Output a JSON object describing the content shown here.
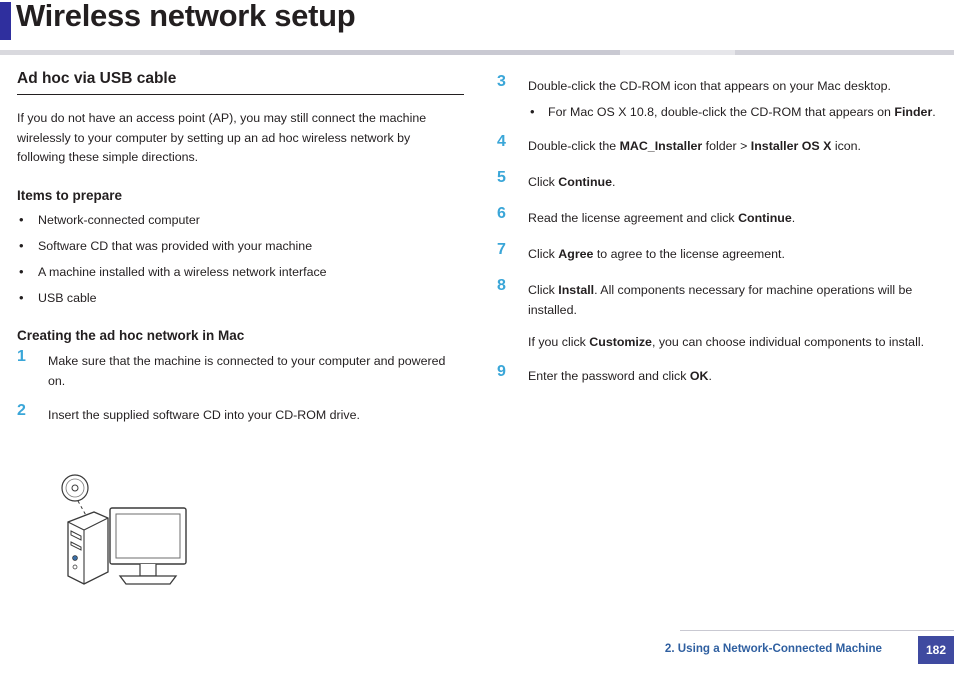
{
  "header": {
    "title": "Wireless network setup",
    "accent_color": "#2f2f9e"
  },
  "left_column": {
    "section_title": "Ad hoc via USB cable",
    "intro": "If you do not have an access point (AP), you may still connect the machine wirelessly to your computer by setting up an ad hoc wireless network by following these simple directions.",
    "items_heading": "Items to prepare",
    "items": [
      "Network-connected computer",
      "Software CD that was provided with your machine",
      "A machine installed with a wireless network interface",
      "USB cable"
    ],
    "steps_heading": "Creating the ad hoc network in Mac",
    "steps": [
      {
        "num": "1",
        "html": "Make sure that the machine is connected to your computer and powered on."
      },
      {
        "num": "2",
        "html": "Insert the supplied software CD into your CD-ROM drive."
      }
    ]
  },
  "right_column": {
    "steps": [
      {
        "num": "3",
        "html": "Double-click the CD-ROM icon that appears on your Mac desktop.",
        "sub": "For Mac OS X 10.8, double-click the CD-ROM that appears on <b>Finder</b>."
      },
      {
        "num": "4",
        "html": "Double-click the <b>MAC_Installer</b> folder &gt; <b>Installer OS X</b> icon."
      },
      {
        "num": "5",
        "html": "Click <b>Continue</b>."
      },
      {
        "num": "6",
        "html": "Read the license agreement and click <b>Continue</b>."
      },
      {
        "num": "7",
        "html": "Click <b>Agree</b> to agree to the license agreement."
      },
      {
        "num": "8",
        "html": "Click <b>Install</b>. All components necessary for machine operations will be installed.",
        "para": "If you click <b>Customize</b>, you can choose individual components to install."
      },
      {
        "num": "9",
        "html": "Enter the password and click <b>OK</b>."
      }
    ]
  },
  "illustration": {
    "name": "computer-cd-rom-insert-illustration",
    "parts": [
      "cd-disc",
      "computer-tower",
      "monitor",
      "keyboard-stand"
    ]
  },
  "footer": {
    "chapter": "2.  Using a Network-Connected Machine",
    "page_number": "182",
    "badge_color": "#3f4aa0",
    "chapter_color": "#2f5fa0"
  },
  "colors": {
    "step_number": "#3aa6d8",
    "text": "#231f20"
  }
}
